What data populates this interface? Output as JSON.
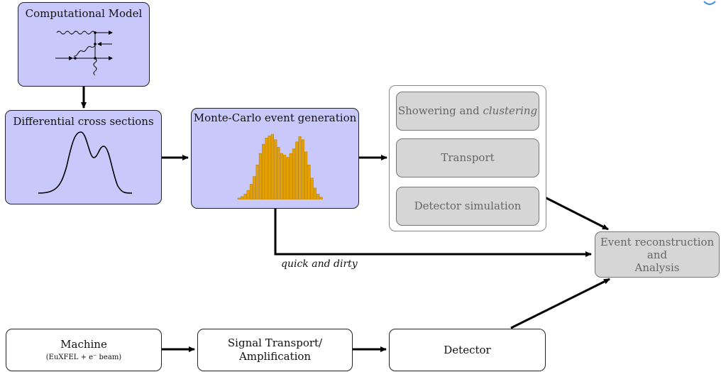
{
  "computational_model": {
    "title": "Computational Model"
  },
  "cross_sections": {
    "title": "Differential cross sections"
  },
  "mc_generation": {
    "title": "Monte-Carlo event generation"
  },
  "simulation_stack": {
    "showering": {
      "text": "Showering and ",
      "italic": "clustering"
    },
    "transport": {
      "text": "Transport"
    },
    "detector_sim": {
      "text": "Detector simulation"
    }
  },
  "event_reconstruction": {
    "line1": "Event reconstruction",
    "line2": "and",
    "line3": "Analysis"
  },
  "bypass_label": "quick and dirty",
  "machine": {
    "title": "Machine",
    "subtitle": "(EuXFEL + e⁻ beam)"
  },
  "signal_transport": {
    "line1": "Signal Transport/",
    "line2": "Amplification"
  },
  "detector": {
    "text": "Detector"
  },
  "colors": {
    "blue_box": "#c8c8fa",
    "gray_box": "#d6d6d6",
    "histogram": "#e5a000"
  },
  "histogram_heights": [
    2,
    4,
    7,
    12,
    20,
    30,
    45,
    60,
    72,
    80,
    83,
    85,
    78,
    68,
    60,
    58,
    55,
    60,
    66,
    75,
    82,
    78,
    62,
    45,
    28,
    15,
    7,
    3
  ]
}
